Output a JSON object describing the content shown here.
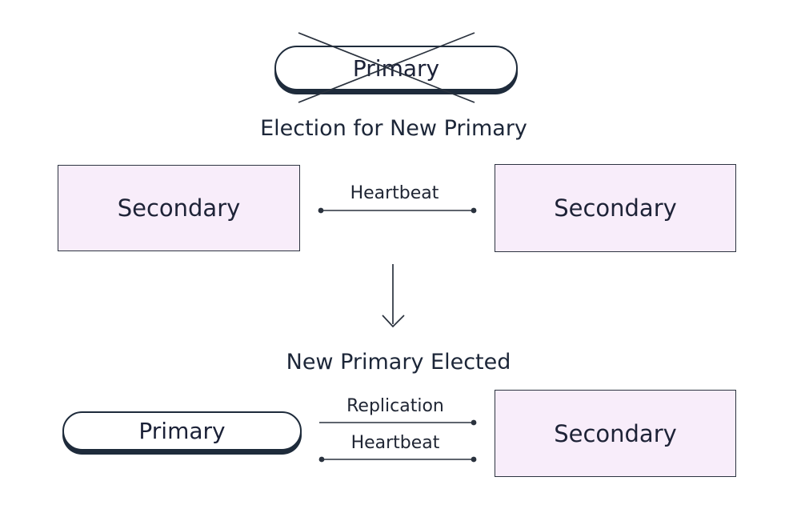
{
  "diagram": {
    "stage_1": {
      "failed_primary_label": "Primary",
      "title": "Election for New Primary",
      "secondary_left_label": "Secondary",
      "secondary_right_label": "Secondary",
      "heartbeat_label": "Heartbeat"
    },
    "stage_2": {
      "title": "New Primary Elected",
      "primary_label": "Primary",
      "secondary_label": "Secondary",
      "replication_label": "Replication",
      "heartbeat_label": "Heartbeat"
    },
    "colors": {
      "background": "#ffffff",
      "secondary_node_fill": "#f8edfa",
      "primary_node_fill": "#ffffff",
      "dark_stroke": "#1e2b3b",
      "text": "#1c2237"
    }
  }
}
